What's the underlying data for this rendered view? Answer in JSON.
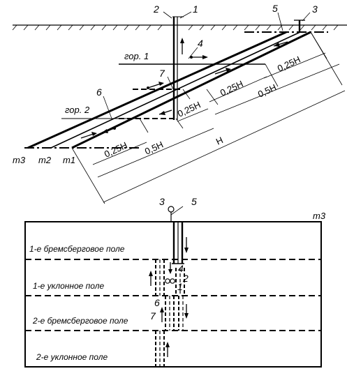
{
  "section": {
    "point_labels": {
      "p1": "1",
      "p2": "2",
      "p3": "3",
      "p4": "4",
      "p5": "5",
      "p6": "6",
      "p7": "7"
    },
    "horizons": {
      "h1": "гор. 1",
      "h2": "гор. 2"
    },
    "seams": {
      "m3": "m3",
      "m2": "m2",
      "m1": "m1"
    },
    "dimensions": {
      "d_upper_1": "0,25H",
      "d_upper_2": "0,25H",
      "d_upper_3": "0,5H",
      "d_mid": "0,25H",
      "d_lower_1": "0,25H",
      "d_lower_2": "0,5H",
      "d_total": "H"
    }
  },
  "plan": {
    "seam_label": "m3",
    "point_labels": {
      "p3": "3",
      "p5": "5",
      "p4": "4",
      "p2": "2",
      "p1": "1",
      "p6": "6",
      "p7": "7"
    },
    "fields": {
      "f1": "1-е бремсберговое поле",
      "f2": "1-е уклонное поле",
      "f3": "2-е бремсберговое поле",
      "f4": "2-е уклонное поле"
    }
  }
}
